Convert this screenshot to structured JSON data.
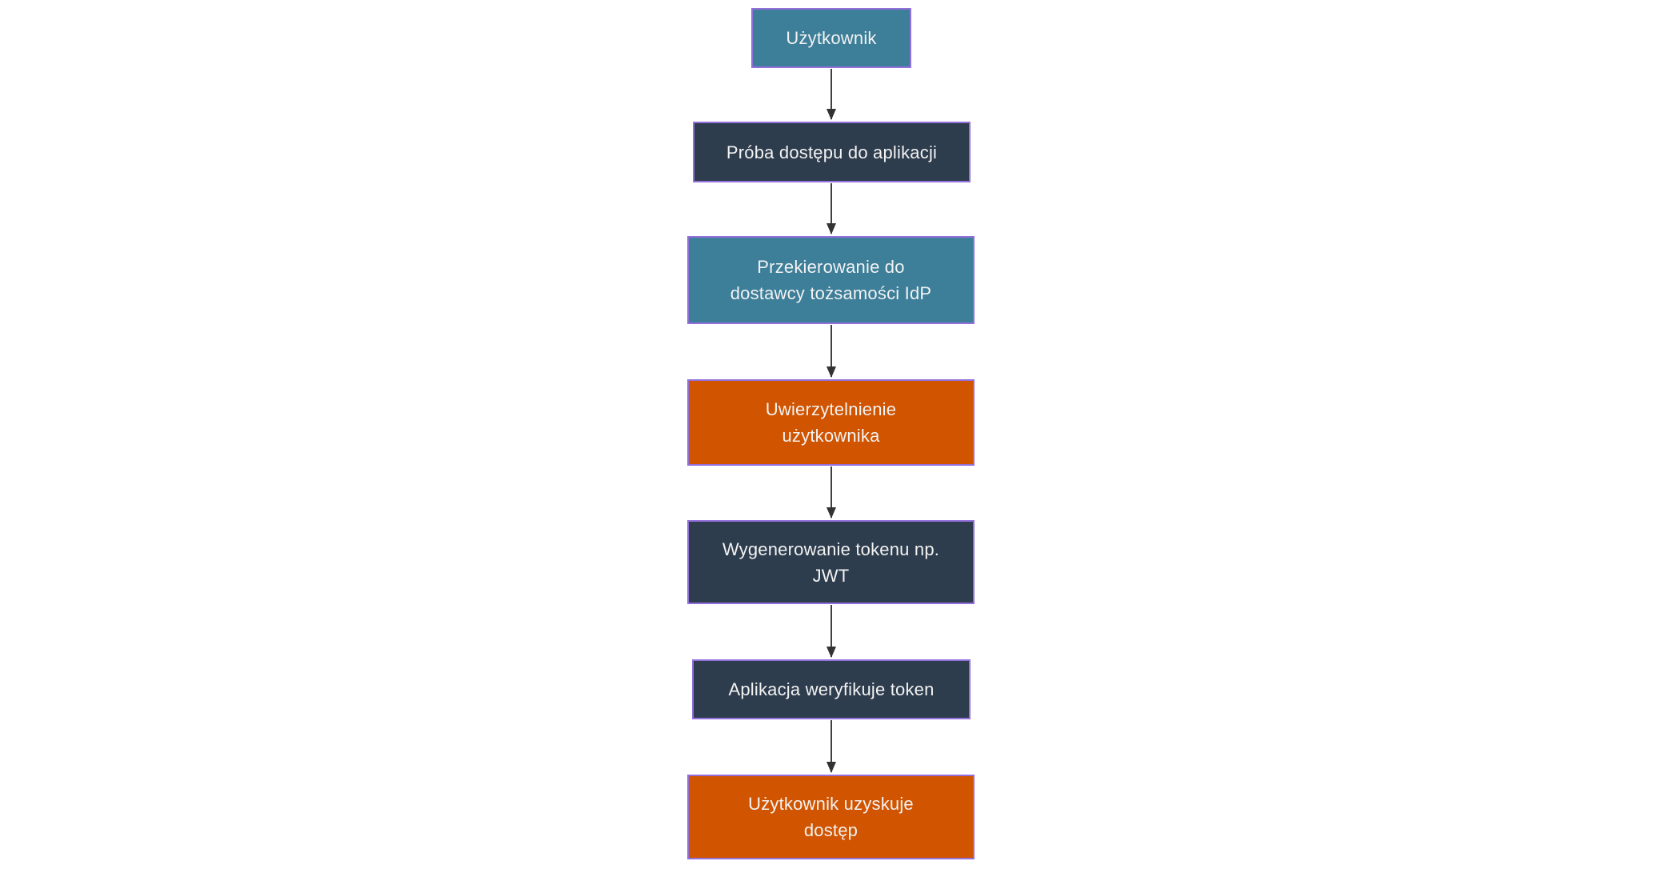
{
  "diagram": {
    "type": "flowchart",
    "direction": "top-down",
    "colors": {
      "node_teal_fill": "#3d7e99",
      "node_navy_fill": "#2e3d4e",
      "node_orange_fill": "#d15400",
      "node_border": "#9370db",
      "node_text": "#f2f2f2",
      "arrow_line": "#404040",
      "arrow_head": "#333333",
      "background": "#ffffff"
    },
    "nodes": [
      {
        "id": "user",
        "label": "Użytkownik",
        "lines": [
          "Użytkownik"
        ],
        "fill": "teal"
      },
      {
        "id": "access-attempt",
        "label": "Próba dostępu do aplikacji",
        "lines": [
          "Próba dostępu do aplikacji"
        ],
        "fill": "navy"
      },
      {
        "id": "redirect-idp",
        "label": "Przekierowanie do dostawcy tożsamości IdP",
        "lines": [
          "Przekierowanie do",
          "dostawcy tożsamości IdP"
        ],
        "fill": "teal"
      },
      {
        "id": "authentication",
        "label": "Uwierzytelnienie użytkownika",
        "lines": [
          "Uwierzytelnienie",
          "użytkownika"
        ],
        "fill": "orange"
      },
      {
        "id": "token-generation",
        "label": "Wygenerowanie tokenu np. JWT",
        "lines": [
          "Wygenerowanie tokenu np.",
          "JWT"
        ],
        "fill": "navy"
      },
      {
        "id": "token-verification",
        "label": "Aplikacja weryfikuje token",
        "lines": [
          "Aplikacja weryfikuje token"
        ],
        "fill": "navy"
      },
      {
        "id": "access-granted",
        "label": "Użytkownik uzyskuje dostęp",
        "lines": [
          "Użytkownik uzyskuje",
          "dostęp"
        ],
        "fill": "orange"
      }
    ],
    "edges": [
      {
        "from": "user",
        "to": "access-attempt"
      },
      {
        "from": "access-attempt",
        "to": "redirect-idp"
      },
      {
        "from": "redirect-idp",
        "to": "authentication"
      },
      {
        "from": "authentication",
        "to": "token-generation"
      },
      {
        "from": "token-generation",
        "to": "token-verification"
      },
      {
        "from": "token-verification",
        "to": "access-granted"
      }
    ]
  }
}
